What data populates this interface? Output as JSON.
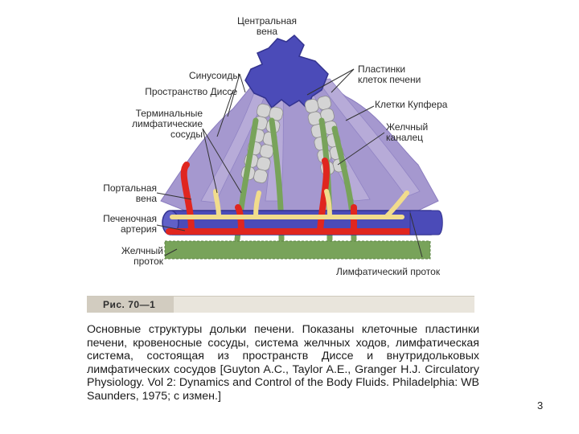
{
  "diagram": {
    "labels": {
      "central_vein": "Центральная\nвена",
      "sinusoids": "Синусоиды",
      "disse_space": "Пространство Диссе",
      "terminal_lymph": "Терминальные\nлимфатические\nсосуды",
      "portal_vein": "Портальная\nвена",
      "hepatic_artery": "Печеночная\nартерия",
      "bile_duct": "Желчный\nпроток",
      "hepatocyte_plates": "Пластинки\nклеток печени",
      "kupffer_cells": "Клетки Купфера",
      "bile_canaliculus": "Желчный\nканалец",
      "lymph_duct": "Лимфатический проток"
    },
    "colors": {
      "vein_blue": "#4b4bb8",
      "sinusoid_purple": "#a598cf",
      "artery_red": "#e0261f",
      "bile_yellow": "#f1dc8c",
      "lymph_green": "#78a35a",
      "hepatocyte_gray": "#c9c9c9"
    }
  },
  "figure": {
    "tag": "Рис. 70—1",
    "caption": "Основные структуры дольки печени. Показаны клеточные пластинки печени, кровеносные сосуды, система желчных ходов, лимфатическая система, состоящая из пространств Диссе и внутридольковых лимфатических сосудов [Guyton A.C., Taylor A.E., Granger H.J. Circulatory Physiology. Vol 2: Dynamics and Control of the Body Fluids. Philadelphia: WB Saunders, 1975; с измен.]"
  },
  "page_number": "3"
}
